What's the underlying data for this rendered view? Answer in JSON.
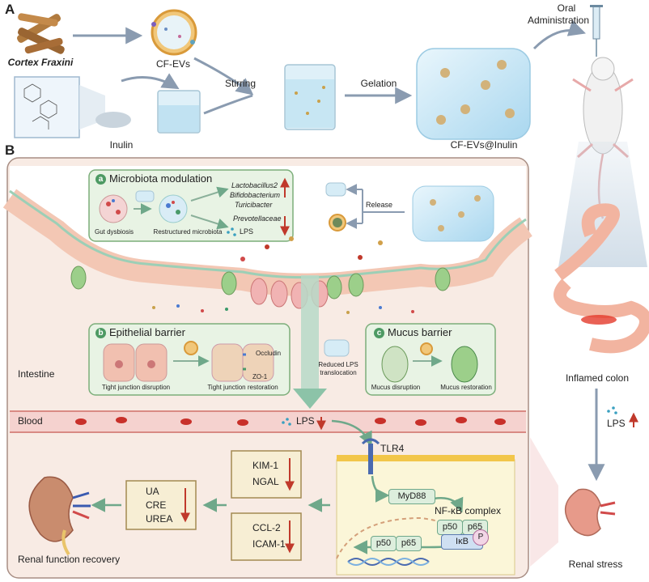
{
  "panel_a": {
    "letter": "A",
    "cortex_fraxini": "Cortex Fraxini",
    "cf_evs": "CF-EVs",
    "inulin": "Inulin",
    "stirring": "Stirring",
    "gelation": "Gelation",
    "cf_evs_inulin": "CF-EVs@Inulin",
    "oral_administration_line1": "Oral",
    "oral_administration_line2": "Administration"
  },
  "panel_b": {
    "letter": "B",
    "microbiota": {
      "badge": "a",
      "title": "Microbiota modulation",
      "gut_dysbiosis": "Gut dysbiosis",
      "restructured": "Restructured microbiota",
      "lps": "LPS",
      "bacteria_up": [
        "Lactobacillus2",
        "Bifidobacterium",
        "Turicibacter"
      ],
      "bacteria_down": "Prevotellaceae"
    },
    "release": "Release",
    "intestine": "Intestine",
    "epithelial": {
      "badge": "b",
      "title": "Epithelial barrier",
      "occludin": "Occludin",
      "zo1": "ZO-1",
      "disruption": "Tight junction disruption",
      "restoration": "Tight junction restoration"
    },
    "reduced_lps_line1": "Reduced LPS",
    "reduced_lps_line2": "translocation",
    "mucus": {
      "badge": "c",
      "title": "Mucus barrier",
      "disruption": "Mucus disruption",
      "restoration": "Mucus restoration"
    },
    "blood": "Blood",
    "lps_blood": "LPS",
    "tlr4": "TLR4",
    "myd88": "MyD88",
    "nfkb_complex": "NF-κB complex",
    "p50": "p50",
    "p65": "p65",
    "ikb": "IκB",
    "p": "P",
    "kim1": "KIM-1",
    "ngal": "NGAL",
    "ccl2": "CCL-2",
    "icam1": "ICAM-1",
    "ua": "UA",
    "cre": "CRE",
    "urea": "UREA",
    "renal_recovery": "Renal function recovery"
  },
  "right_column": {
    "inflamed_colon": "Inflamed colon",
    "lps": "LPS",
    "renal_stress": "Renal stress"
  },
  "colors": {
    "green_box": "#e8f3e4",
    "green_border": "#7cae7a",
    "tissue": "#f7e6dc",
    "blood_band": "#f4c9c9",
    "kidney": "#d98c7a",
    "arrow_grey": "#8a9bb0",
    "arrow_red": "#c0392b"
  }
}
